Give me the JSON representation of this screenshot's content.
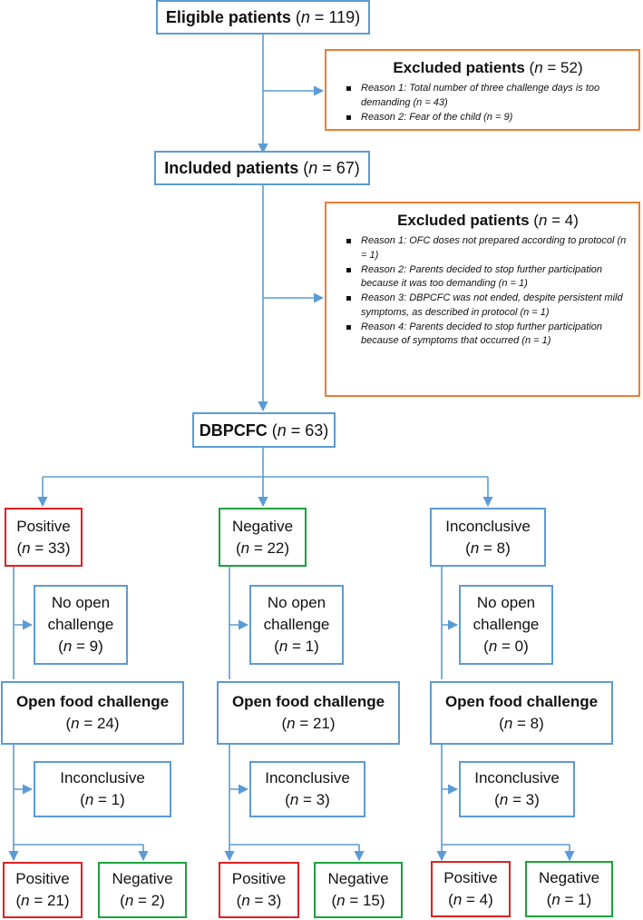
{
  "n_symbol": "n",
  "eligible": {
    "title": "Eligible patients",
    "open": " (",
    "eq": " = 119)"
  },
  "excluded1": {
    "title": "Excluded patients",
    "open": " (",
    "eq": " = 52)",
    "reasons": [
      "Reason 1: Total number of three challenge days is too demanding (n = 43)",
      "Reason 2: Fear of the child (n = 9)"
    ]
  },
  "included": {
    "title": "Included patients",
    "open": " (",
    "eq": " = 67)"
  },
  "excluded2": {
    "title": "Excluded patients",
    "open": " (",
    "eq": " = 4)",
    "reasons": [
      "Reason 1: OFC doses not prepared according to protocol (n = 1)",
      "Reason 2: Parents decided to stop further participation because it was too demanding (n = 1)",
      "Reason 3: DBPCFC was not ended, despite persistent mild symptoms, as described in protocol (n = 1)",
      "Reason 4: Parents decided to stop further participation because of symptoms that occurred (n = 1)"
    ]
  },
  "dbpcfc": {
    "title": "DBPCFC",
    "open": " (",
    "eq": " = 63)"
  },
  "branches": [
    {
      "result": "Positive",
      "result_n": " = 33)",
      "no_open_line1": "No open",
      "no_open_line2": "challenge",
      "no_open_n": " = 9)",
      "ofc_title": "Open food challenge",
      "ofc_n": " = 24)",
      "inconclusive": "Inconclusive",
      "inconclusive_n": " = 1)",
      "pos_label": "Positive",
      "pos_n": " = 21)",
      "neg_label": "Negative",
      "neg_n": " = 2)"
    },
    {
      "result": "Negative",
      "result_n": " = 22)",
      "no_open_line1": "No open",
      "no_open_line2": "challenge",
      "no_open_n": " = 1)",
      "ofc_title": "Open food challenge",
      "ofc_n": " = 21)",
      "inconclusive": "Inconclusive",
      "inconclusive_n": " = 3)",
      "pos_label": "Positive",
      "pos_n": " = 3)",
      "neg_label": "Negative",
      "neg_n": " = 15)"
    },
    {
      "result": "Inconclusive",
      "result_n": " = 8)",
      "no_open_line1": "No open",
      "no_open_line2": "challenge",
      "no_open_n": " = 0)",
      "ofc_title": "Open food challenge",
      "ofc_n": " = 8)",
      "inconclusive": "Inconclusive",
      "inconclusive_n": " = 3)",
      "pos_label": "Positive",
      "pos_n": " = 4)",
      "neg_label": "Negative",
      "neg_n": " = 1)"
    }
  ],
  "colors": {
    "connector": "#5b9bd5",
    "box_border": "#5b9bd5",
    "excluded_border": "#ed7d31",
    "positive_border": "#e02020",
    "negative_border": "#1aa33a"
  }
}
